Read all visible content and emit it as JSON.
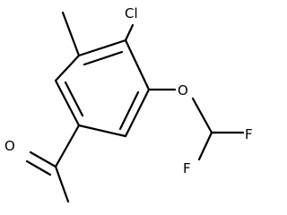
{
  "structure": {
    "atoms": {
      "chlorine": "Cl",
      "oxygen_ether": "O",
      "fluorine_1": "F",
      "fluorine_2": "F",
      "oxygen_carbonyl": "O"
    }
  }
}
